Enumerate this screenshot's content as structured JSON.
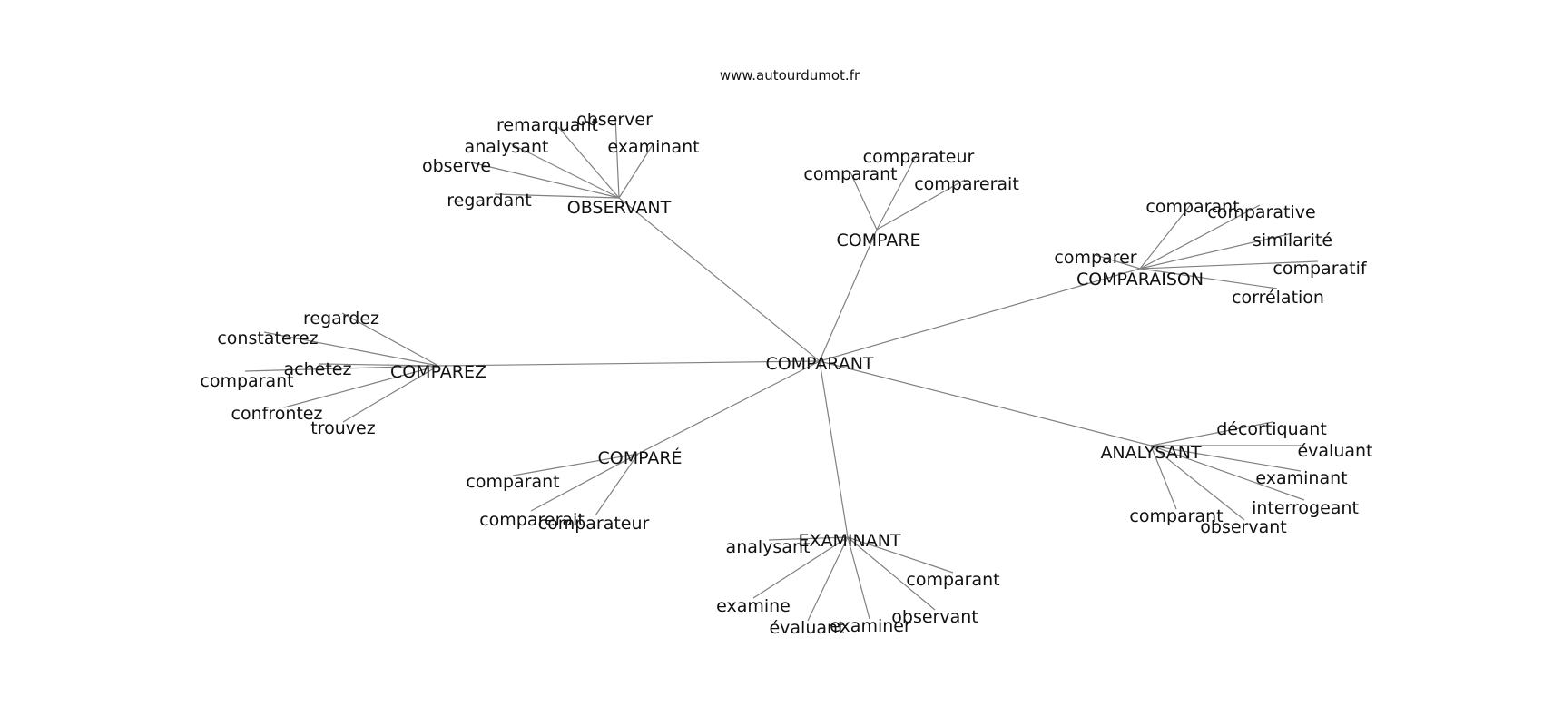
{
  "site_label": "www.autourdumot.fr",
  "center": "COMPARANT",
  "hubs": [
    {
      "id": "observant",
      "label": "OBSERVANT",
      "leaves": [
        "remarquant",
        "observer",
        "analysant",
        "examinant",
        "observe",
        "regardant"
      ]
    },
    {
      "id": "compare",
      "label": "COMPARE",
      "leaves": [
        "comparateur",
        "comparant",
        "comparerait"
      ]
    },
    {
      "id": "comparaison",
      "label": "COMPARAISON",
      "leaves": [
        "comparant",
        "comparative",
        "similarité",
        "comparer",
        "comparatif",
        "corrélation"
      ]
    },
    {
      "id": "comparez",
      "label": "COMPAREZ",
      "leaves": [
        "regardez",
        "constaterez",
        "achetez",
        "comparant",
        "confrontez",
        "trouvez"
      ]
    },
    {
      "id": "analysant",
      "label": "ANALYSANT",
      "leaves": [
        "décortiquant",
        "évaluant",
        "examinant",
        "interrogeant",
        "comparant",
        "observant"
      ]
    },
    {
      "id": "compare-accent",
      "label": "COMPARÉ",
      "leaves": [
        "comparant",
        "comparerait",
        "comparateur"
      ]
    },
    {
      "id": "examinant",
      "label": "EXAMINANT",
      "leaves": [
        "analysant",
        "comparant",
        "examine",
        "observant",
        "évaluant",
        "examiner"
      ]
    }
  ]
}
